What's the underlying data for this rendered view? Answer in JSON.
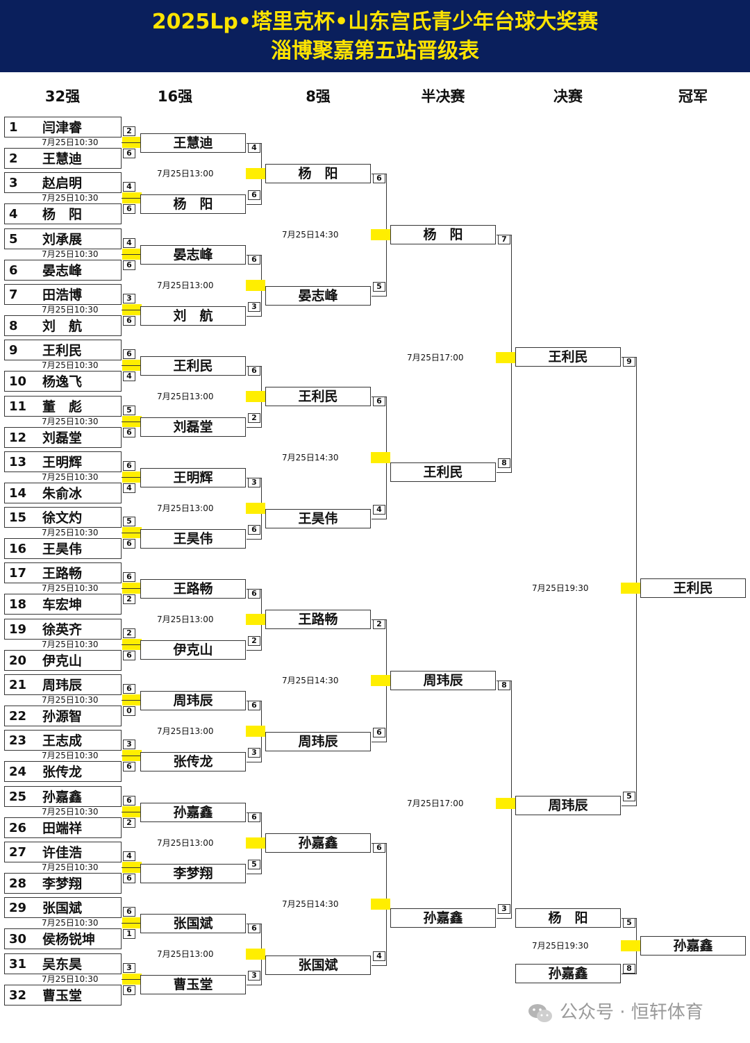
{
  "title": {
    "line1": "2025Lp•塔里克杯•山东宫氏青少年台球大奖赛",
    "line2": "淄博聚嘉第五站晋级表"
  },
  "rounds": [
    "32强",
    "16强",
    "8强",
    "半决赛",
    "决赛",
    "冠军"
  ],
  "round32": {
    "time": "7月25日10:30",
    "players": [
      {
        "seed": "1",
        "name": "闫津睿",
        "score": "2"
      },
      {
        "seed": "2",
        "name": "王慧迪",
        "score": "6"
      },
      {
        "seed": "3",
        "name": "赵启明",
        "score": "4"
      },
      {
        "seed": "4",
        "name": "杨　阳",
        "score": "6"
      },
      {
        "seed": "5",
        "name": "刘承展",
        "score": "4"
      },
      {
        "seed": "6",
        "name": "晏志峰",
        "score": "6"
      },
      {
        "seed": "7",
        "name": "田浩博",
        "score": "3"
      },
      {
        "seed": "8",
        "name": "刘　航",
        "score": "6"
      },
      {
        "seed": "9",
        "name": "王利民",
        "score": "6"
      },
      {
        "seed": "10",
        "name": "杨逸飞",
        "score": "4"
      },
      {
        "seed": "11",
        "name": "董　彪",
        "score": "5"
      },
      {
        "seed": "12",
        "name": "刘磊堂",
        "score": "6"
      },
      {
        "seed": "13",
        "name": "王明辉",
        "score": "6"
      },
      {
        "seed": "14",
        "name": "朱俞冰",
        "score": "4"
      },
      {
        "seed": "15",
        "name": "徐文灼",
        "score": "5"
      },
      {
        "seed": "16",
        "name": "王昊伟",
        "score": "6"
      },
      {
        "seed": "17",
        "name": "王路畅",
        "score": "6"
      },
      {
        "seed": "18",
        "name": "车宏坤",
        "score": "2"
      },
      {
        "seed": "19",
        "name": "徐英齐",
        "score": "2"
      },
      {
        "seed": "20",
        "name": "伊克山",
        "score": "6"
      },
      {
        "seed": "21",
        "name": "周玮辰",
        "score": "6"
      },
      {
        "seed": "22",
        "name": "孙源智",
        "score": "0"
      },
      {
        "seed": "23",
        "name": "王志成",
        "score": "3"
      },
      {
        "seed": "24",
        "name": "张传龙",
        "score": "6"
      },
      {
        "seed": "25",
        "name": "孙嘉鑫",
        "score": "6"
      },
      {
        "seed": "26",
        "name": "田端祥",
        "score": "2"
      },
      {
        "seed": "27",
        "name": "许佳浩",
        "score": "4"
      },
      {
        "seed": "28",
        "name": "李梦翔",
        "score": "6"
      },
      {
        "seed": "29",
        "name": "张国斌",
        "score": "6"
      },
      {
        "seed": "30",
        "name": "侯杨锐坤",
        "score": "1"
      },
      {
        "seed": "31",
        "name": "吴东昊",
        "score": "3"
      },
      {
        "seed": "32",
        "name": "曹玉堂",
        "score": "6"
      }
    ]
  },
  "round16": {
    "time": "7月25日13:00",
    "players": [
      {
        "name": "王慧迪",
        "score": "4"
      },
      {
        "name": "杨　阳",
        "score": "6"
      },
      {
        "name": "晏志峰",
        "score": "6"
      },
      {
        "name": "刘　航",
        "score": "3"
      },
      {
        "name": "王利民",
        "score": "6"
      },
      {
        "name": "刘磊堂",
        "score": "2"
      },
      {
        "name": "王明辉",
        "score": "3"
      },
      {
        "name": "王昊伟",
        "score": "6"
      },
      {
        "name": "王路畅",
        "score": "6"
      },
      {
        "name": "伊克山",
        "score": "2"
      },
      {
        "name": "周玮辰",
        "score": "6"
      },
      {
        "name": "张传龙",
        "score": "3"
      },
      {
        "name": "孙嘉鑫",
        "score": "6"
      },
      {
        "name": "李梦翔",
        "score": "5"
      },
      {
        "name": "张国斌",
        "score": "6"
      },
      {
        "name": "曹玉堂",
        "score": "3"
      }
    ]
  },
  "round8": {
    "time": "7月25日14:30",
    "players": [
      {
        "name": "杨　阳",
        "score": "6"
      },
      {
        "name": "晏志峰",
        "score": "5"
      },
      {
        "name": "王利民",
        "score": "6"
      },
      {
        "name": "王昊伟",
        "score": "4"
      },
      {
        "name": "王路畅",
        "score": "2"
      },
      {
        "name": "周玮辰",
        "score": "6"
      },
      {
        "name": "孙嘉鑫",
        "score": "6"
      },
      {
        "name": "张国斌",
        "score": "4"
      }
    ]
  },
  "semi": {
    "time": "7月25日17:00",
    "players": [
      {
        "name": "杨　阳",
        "score": "7"
      },
      {
        "name": "王利民",
        "score": "8"
      },
      {
        "name": "周玮辰",
        "score": "8"
      },
      {
        "name": "孙嘉鑫",
        "score": "3"
      }
    ]
  },
  "final": {
    "time": "7月25日19:30",
    "players": [
      {
        "name": "王利民",
        "score": "9"
      },
      {
        "name": "周玮辰",
        "score": "5"
      }
    ]
  },
  "champion": {
    "name": "王利民"
  },
  "third_place": {
    "time": "7月25日19:30",
    "players": [
      {
        "name": "杨　阳",
        "score": "5"
      },
      {
        "name": "孙嘉鑫",
        "score": "8"
      }
    ],
    "winner": "孙嘉鑫"
  },
  "watermark": {
    "text": "公众号 · 恒轩体育",
    "icon": "wechat-icon"
  },
  "colors": {
    "header_bg": "#0a1f5c",
    "title": "#ffe400",
    "highlight": "#ffee00"
  }
}
